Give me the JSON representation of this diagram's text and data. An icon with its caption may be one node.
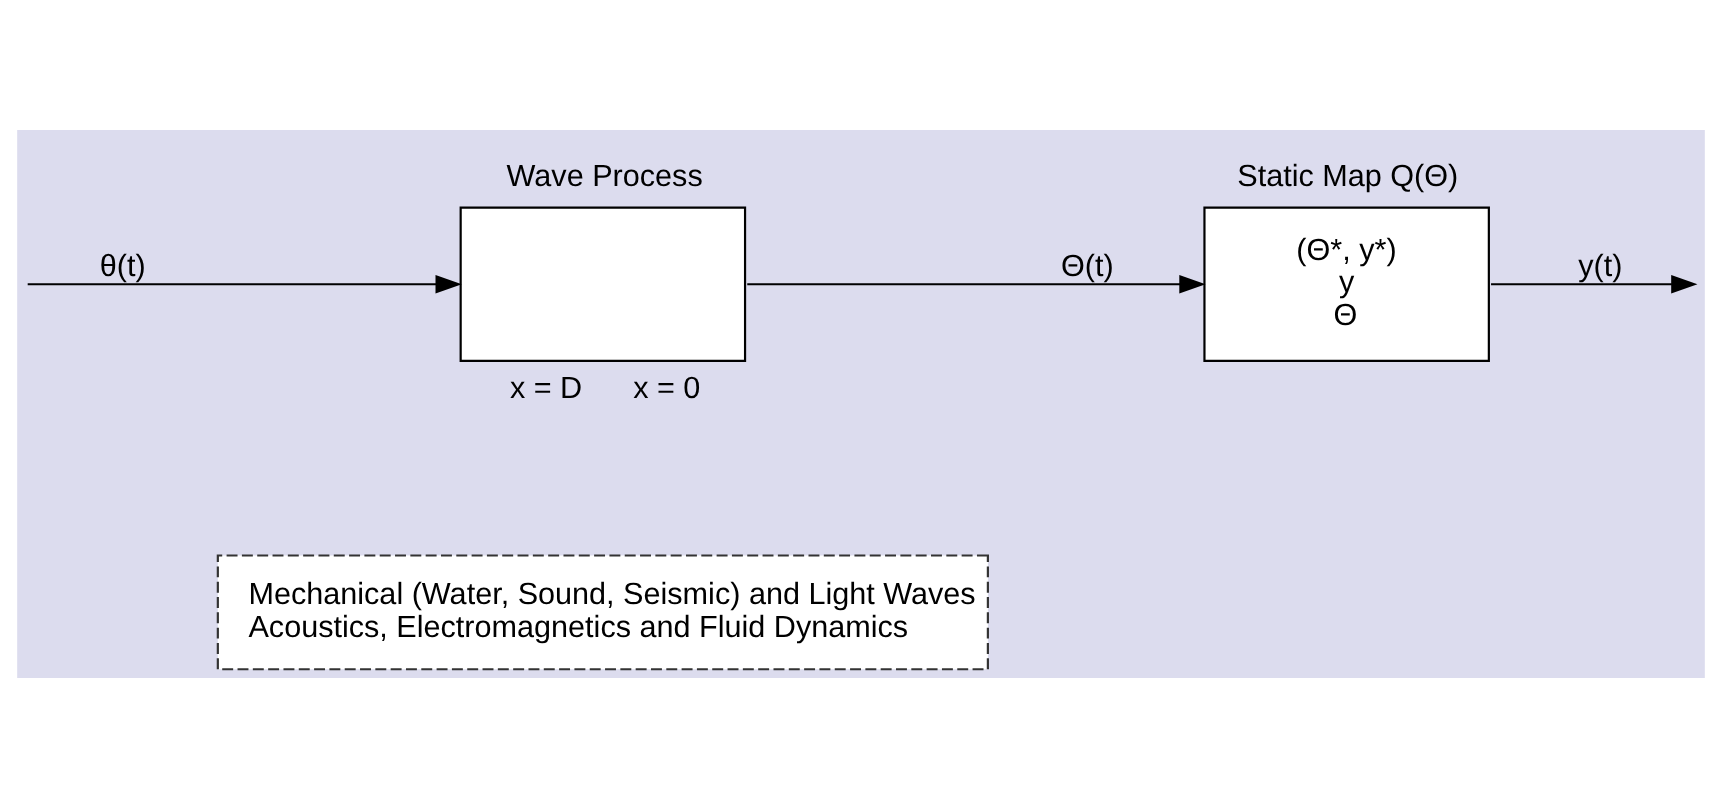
{
  "diagram": {
    "nodes": [
      {
        "text": [
          "Wave Process"
        ],
        "beside": [
          "x = D",
          "x = 0"
        ]
      },
      {
        "text": [
          "Static Map Q(Θ)",
          "(Θ*, y*)",
          "y",
          "Θ"
        ]
      },
      {
        "text": [
          "Mechanical (Water, Sound, Seismic) and Light Waves",
          "Acoustics, Electromagnetics and Fluid Dynamics"
        ]
      }
    ],
    "edges": [
      {
        "from": null,
        "to": 0,
        "arrow": "to",
        "label": "θ(t)"
      },
      {
        "from": 0,
        "to": 1,
        "arrow": "to",
        "label": "Θ(t)"
      },
      {
        "from": 1,
        "to": null,
        "arrow": "to",
        "label": "y(t)"
      }
    ]
  }
}
